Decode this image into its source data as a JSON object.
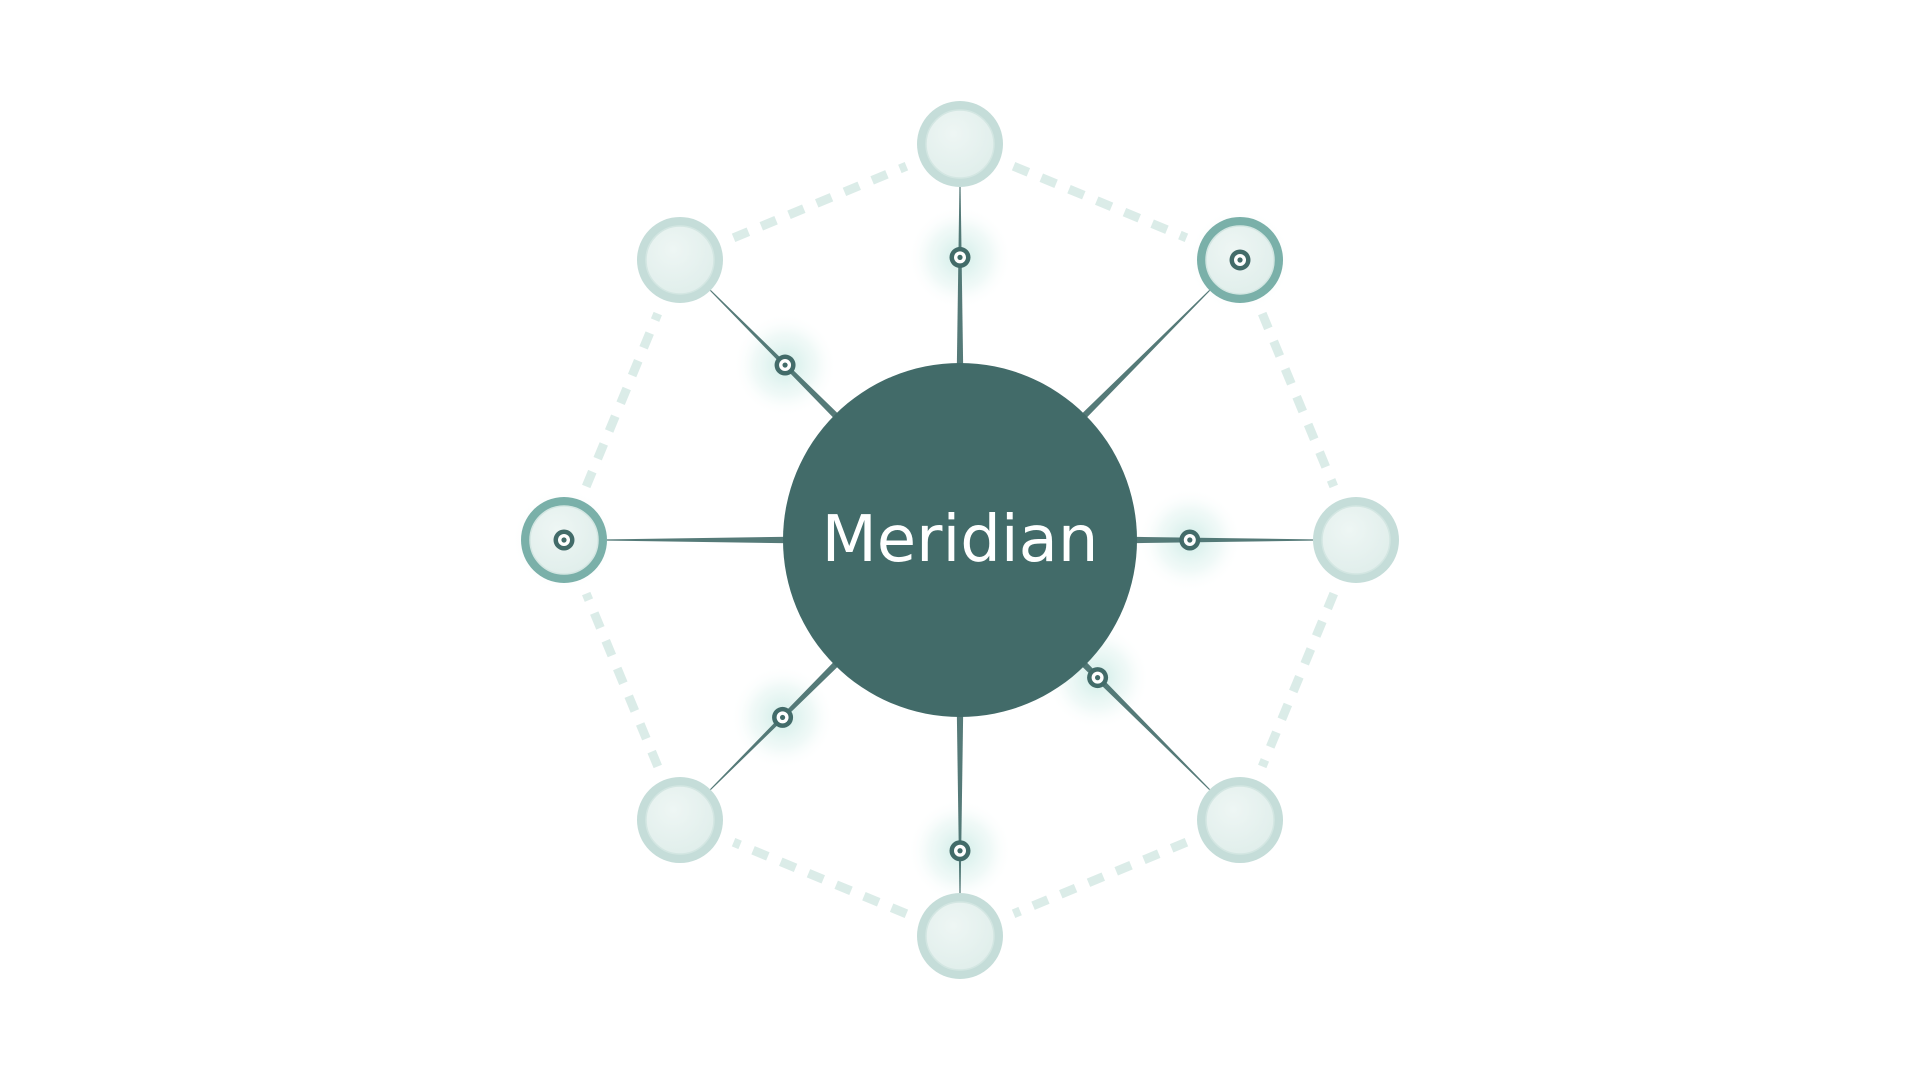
{
  "hub": {
    "label": "Meridian",
    "color": "#426b69"
  },
  "palette": {
    "ring_inactive": "#c5ddd9",
    "ring_active": "#7ab0a9",
    "node_fill": "#e6f1ef",
    "perimeter": "#dbece8",
    "connector": "#426b69",
    "glow": "#bfe6df",
    "background": "#ffffff"
  },
  "nodes": [
    {
      "id": "node-north",
      "active": false
    },
    {
      "id": "node-north-east",
      "active": true
    },
    {
      "id": "node-east",
      "active": false
    },
    {
      "id": "node-south-east",
      "active": false
    },
    {
      "id": "node-south",
      "active": false
    },
    {
      "id": "node-south-west",
      "active": false
    },
    {
      "id": "node-west",
      "active": true
    },
    {
      "id": "node-north-west",
      "active": false
    }
  ],
  "signals": [
    {
      "spoke": "node-north",
      "progress": 0.6
    },
    {
      "spoke": "node-north-east",
      "progress": 0.0
    },
    {
      "spoke": "node-east",
      "progress": 0.3
    },
    {
      "spoke": "node-south-east",
      "progress": 0.1
    },
    {
      "spoke": "node-south",
      "progress": 0.76
    },
    {
      "spoke": "node-south-west",
      "progress": 0.42
    },
    {
      "spoke": "node-west",
      "progress": 0.0
    },
    {
      "spoke": "node-north-west",
      "progress": 0.4
    }
  ]
}
